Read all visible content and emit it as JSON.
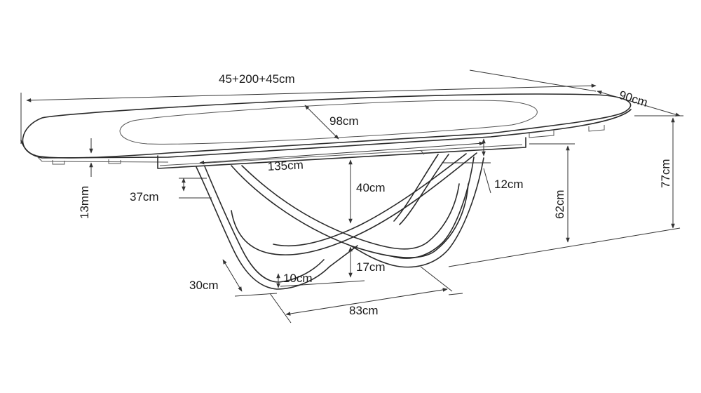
{
  "dimensions": {
    "total_length": "45+200+45cm",
    "depth": "90cm",
    "glass_insert": "98cm",
    "frame_length": "135cm",
    "leg_height_upper": "40cm",
    "frame_height": "12cm",
    "under_frame_height": "62cm",
    "total_height": "77cm",
    "top_thickness": "13mm",
    "frame_offset": "37cm",
    "foot_height": "17cm",
    "foot_gap": "10cm",
    "foot_depth": "30cm",
    "base_length": "83cm"
  },
  "colors": {
    "line": "#2a2a2a",
    "label": "#1a1a1a"
  }
}
